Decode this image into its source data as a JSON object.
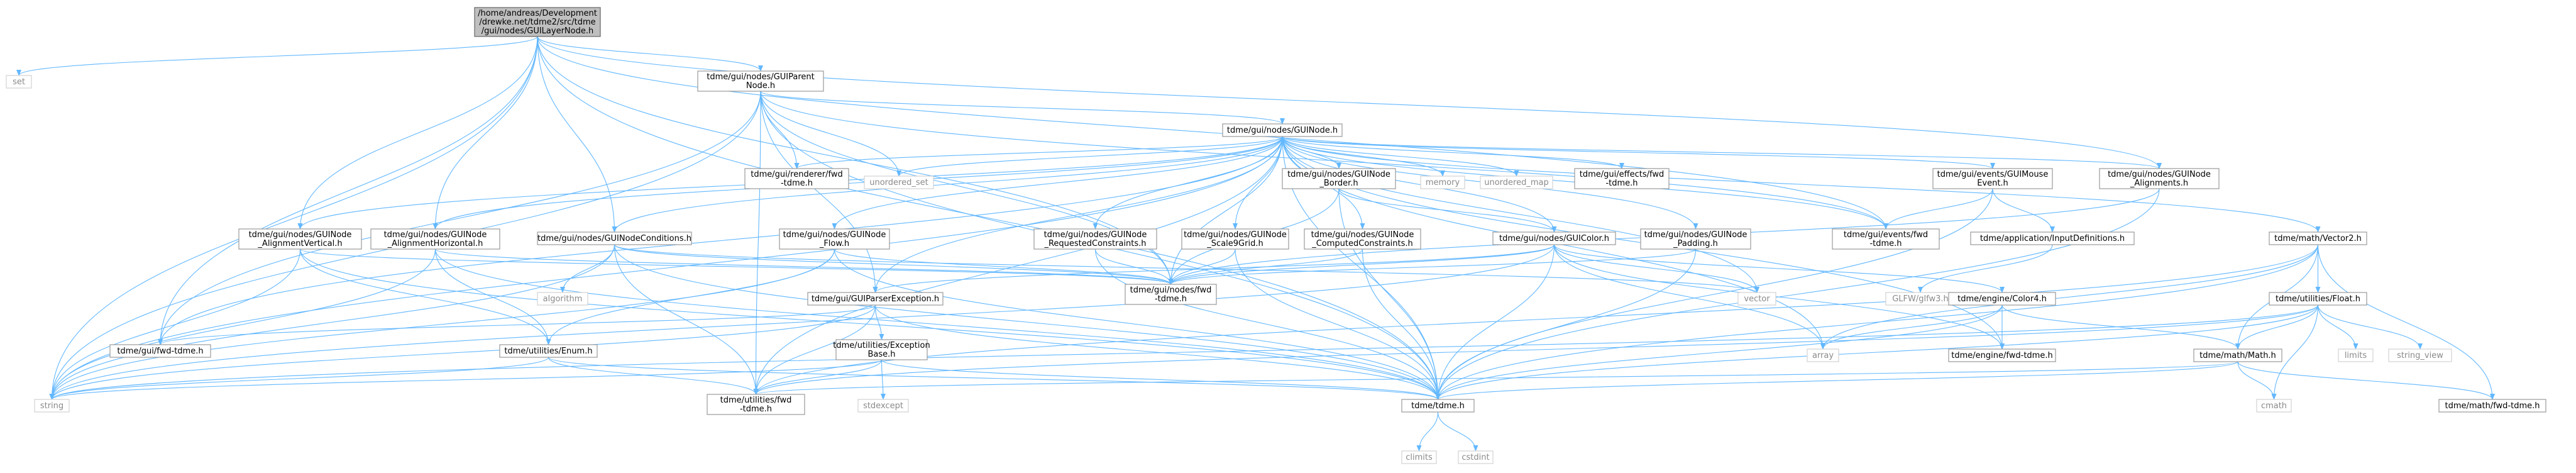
{
  "graph": {
    "nodes": [
      {
        "id": "root",
        "lines": [
          "/home/andreas/Development",
          "/drewke.net/tdme2/src/tdme",
          "/gui/nodes/GUILayerNode.h"
        ],
        "kind": "root"
      },
      {
        "id": "set",
        "lines": [
          "set"
        ],
        "kind": "sys"
      },
      {
        "id": "string",
        "lines": [
          "string"
        ],
        "kind": "sys"
      },
      {
        "id": "fwdgui",
        "lines": [
          "tdme/gui/fwd-tdme.h"
        ],
        "kind": "box"
      },
      {
        "id": "alignV",
        "lines": [
          "tdme/gui/nodes/GUINode",
          "_AlignmentVertical.h"
        ],
        "kind": "box"
      },
      {
        "id": "alignH",
        "lines": [
          "tdme/gui/nodes/GUINode",
          "_AlignmentHorizontal.h"
        ],
        "kind": "box"
      },
      {
        "id": "cond",
        "lines": [
          "tdme/gui/nodes/GUINodeConditions.h"
        ],
        "kind": "box"
      },
      {
        "id": "parent",
        "lines": [
          "tdme/gui/nodes/GUIParent",
          "Node.h"
        ],
        "kind": "box"
      },
      {
        "id": "guinode",
        "lines": [
          "tdme/gui/nodes/GUINode.h"
        ],
        "kind": "box"
      },
      {
        "id": "renderer",
        "lines": [
          "tdme/gui/renderer/fwd",
          "-tdme.h"
        ],
        "kind": "box"
      },
      {
        "id": "uset",
        "lines": [
          "unordered_set"
        ],
        "kind": "sys"
      },
      {
        "id": "border",
        "lines": [
          "tdme/gui/nodes/GUINode",
          "_Border.h"
        ],
        "kind": "box"
      },
      {
        "id": "memory",
        "lines": [
          "memory"
        ],
        "kind": "sys"
      },
      {
        "id": "umap",
        "lines": [
          "unordered_map"
        ],
        "kind": "sys"
      },
      {
        "id": "effects",
        "lines": [
          "tdme/gui/effects/fwd",
          "-tdme.h"
        ],
        "kind": "box"
      },
      {
        "id": "mouse",
        "lines": [
          "tdme/gui/events/GUIMouse",
          "Event.h"
        ],
        "kind": "box"
      },
      {
        "id": "aligns",
        "lines": [
          "tdme/gui/nodes/GUINode",
          "_Alignments.h"
        ],
        "kind": "box"
      },
      {
        "id": "vec2",
        "lines": [
          "tdme/math/Vector2.h"
        ],
        "kind": "box"
      },
      {
        "id": "flow",
        "lines": [
          "tdme/gui/nodes/GUINode",
          "_Flow.h"
        ],
        "kind": "box"
      },
      {
        "id": "reqc",
        "lines": [
          "tdme/gui/nodes/GUINode",
          "_RequestedConstraints.h"
        ],
        "kind": "box"
      },
      {
        "id": "scale9",
        "lines": [
          "tdme/gui/nodes/GUINode",
          "_Scale9Grid.h"
        ],
        "kind": "box"
      },
      {
        "id": "compc",
        "lines": [
          "tdme/gui/nodes/GUINode",
          "_ComputedConstraints.h"
        ],
        "kind": "box"
      },
      {
        "id": "color",
        "lines": [
          "tdme/gui/nodes/GUIColor.h"
        ],
        "kind": "box"
      },
      {
        "id": "padding",
        "lines": [
          "tdme/gui/nodes/GUINode",
          "_Padding.h"
        ],
        "kind": "box"
      },
      {
        "id": "eventsfwd",
        "lines": [
          "tdme/gui/events/fwd",
          "-tdme.h"
        ],
        "kind": "box"
      },
      {
        "id": "inputdef",
        "lines": [
          "tdme/application/InputDefinitions.h"
        ],
        "kind": "box"
      },
      {
        "id": "algorithm",
        "lines": [
          "algorithm"
        ],
        "kind": "sys"
      },
      {
        "id": "parserex",
        "lines": [
          "tdme/gui/GUIParserException.h"
        ],
        "kind": "box"
      },
      {
        "id": "nodesfwd",
        "lines": [
          "tdme/gui/nodes/fwd",
          "-tdme.h"
        ],
        "kind": "box"
      },
      {
        "id": "vector",
        "lines": [
          "vector"
        ],
        "kind": "sys"
      },
      {
        "id": "glfw",
        "lines": [
          "GLFW/glfw3.h"
        ],
        "kind": "sys"
      },
      {
        "id": "color4",
        "lines": [
          "tdme/engine/Color4.h"
        ],
        "kind": "box"
      },
      {
        "id": "array",
        "lines": [
          "array"
        ],
        "kind": "sys"
      },
      {
        "id": "enginefwd",
        "lines": [
          "tdme/engine/fwd-tdme.h"
        ],
        "kind": "box"
      },
      {
        "id": "enum",
        "lines": [
          "tdme/utilities/Enum.h"
        ],
        "kind": "box"
      },
      {
        "id": "exbase",
        "lines": [
          "tdme/utilities/Exception",
          "Base.h"
        ],
        "kind": "box"
      },
      {
        "id": "stdexcept",
        "lines": [
          "stdexcept"
        ],
        "kind": "sys"
      },
      {
        "id": "utilfwd",
        "lines": [
          "tdme/utilities/fwd",
          "-tdme.h"
        ],
        "kind": "box"
      },
      {
        "id": "tdmeh",
        "lines": [
          "tdme/tdme.h"
        ],
        "kind": "box"
      },
      {
        "id": "climits",
        "lines": [
          "climits"
        ],
        "kind": "sys"
      },
      {
        "id": "cstdint",
        "lines": [
          "cstdint"
        ],
        "kind": "sys"
      },
      {
        "id": "float",
        "lines": [
          "tdme/utilities/Float.h"
        ],
        "kind": "box"
      },
      {
        "id": "limits",
        "lines": [
          "limits"
        ],
        "kind": "sys"
      },
      {
        "id": "sview",
        "lines": [
          "string_view"
        ],
        "kind": "sys"
      },
      {
        "id": "math",
        "lines": [
          "tdme/math/Math.h"
        ],
        "kind": "box"
      },
      {
        "id": "cmath",
        "lines": [
          "cmath"
        ],
        "kind": "sys"
      },
      {
        "id": "mathfwd",
        "lines": [
          "tdme/math/fwd-tdme.h"
        ],
        "kind": "box"
      }
    ]
  }
}
